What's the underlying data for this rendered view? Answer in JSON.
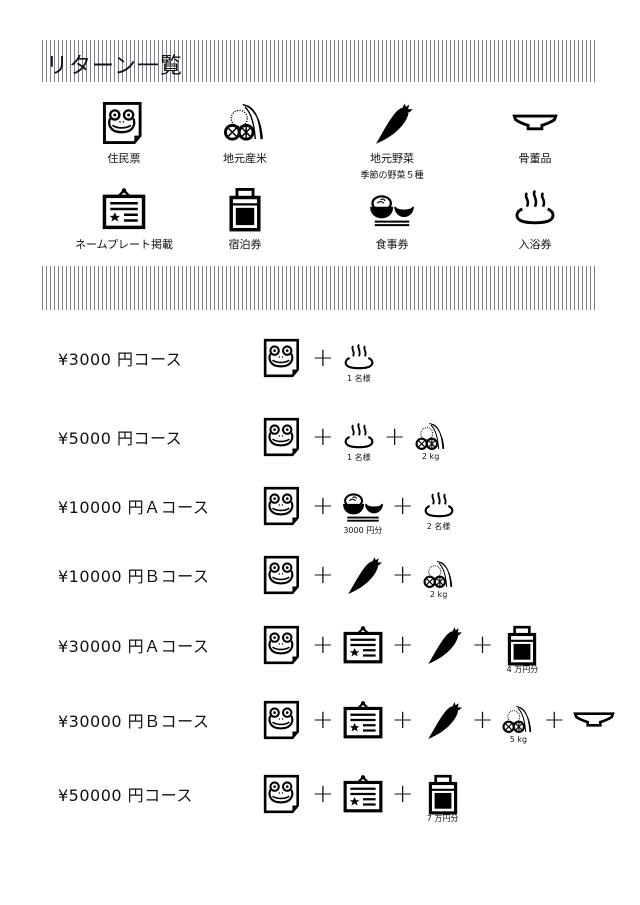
{
  "title": "リターン一覧",
  "legend": [
    {
      "icon": "frog",
      "label": "住民票"
    },
    {
      "icon": "rice",
      "label": "地元産米"
    },
    {
      "icon": "carrot",
      "label": "地元野菜",
      "sub": "季節の野菜５種"
    },
    {
      "icon": "plate",
      "label": "骨董品"
    },
    {
      "icon": "plaque",
      "label": "ネームプレート掲載"
    },
    {
      "icon": "hotel",
      "label": "宿泊券"
    },
    {
      "icon": "meal",
      "label": "食事券"
    },
    {
      "icon": "onsen",
      "label": "入浴券"
    }
  ],
  "plus": "+",
  "courses": [
    {
      "label": "¥3000 円コース",
      "items": [
        {
          "icon": "frog"
        },
        {
          "icon": "onsen",
          "caption": "1 名様"
        }
      ]
    },
    {
      "label": "¥5000 円コース",
      "items": [
        {
          "icon": "frog"
        },
        {
          "icon": "onsen",
          "caption": "1 名様"
        },
        {
          "icon": "rice",
          "caption": "2 kg"
        }
      ]
    },
    {
      "label": "¥10000 円Ａコース",
      "items": [
        {
          "icon": "frog"
        },
        {
          "icon": "meal",
          "caption": "3000 円分"
        },
        {
          "icon": "onsen",
          "caption": "2 名様"
        }
      ]
    },
    {
      "label": "¥10000 円Ｂコース",
      "items": [
        {
          "icon": "frog"
        },
        {
          "icon": "carrot"
        },
        {
          "icon": "rice",
          "caption": "2 kg"
        }
      ]
    },
    {
      "label": "¥30000 円Ａコース",
      "items": [
        {
          "icon": "frog"
        },
        {
          "icon": "plaque"
        },
        {
          "icon": "carrot"
        },
        {
          "icon": "hotel",
          "caption": "4 万円分"
        }
      ]
    },
    {
      "label": "¥30000 円Ｂコース",
      "items": [
        {
          "icon": "frog"
        },
        {
          "icon": "plaque"
        },
        {
          "icon": "carrot"
        },
        {
          "icon": "rice",
          "caption": "5 kg"
        },
        {
          "icon": "plate"
        }
      ]
    },
    {
      "label": "¥50000 円コース",
      "items": [
        {
          "icon": "frog"
        },
        {
          "icon": "plaque"
        },
        {
          "icon": "hotel",
          "caption": "7 万円分"
        }
      ]
    }
  ]
}
